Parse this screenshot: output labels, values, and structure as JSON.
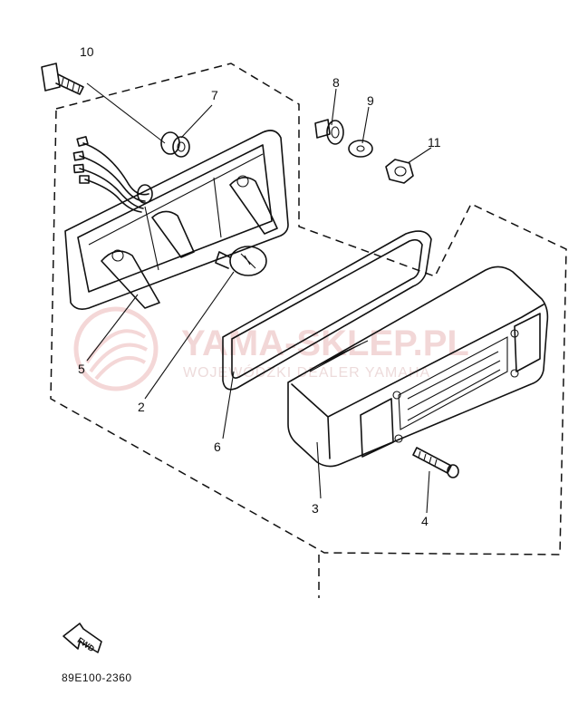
{
  "callouts": {
    "p1": "10",
    "p2": "7",
    "p3": "8",
    "p4": "9",
    "p5": "11",
    "p6": "5",
    "p7": "2",
    "p8": "6",
    "p9": "3",
    "p10": "4"
  },
  "direction_label": "FWD",
  "diagram_code": "89E100-2360",
  "watermark": {
    "brand": "YAMA-SKLEP.PL",
    "tagline": "WOJEWÓDZKI DEALER YAMAHA"
  }
}
